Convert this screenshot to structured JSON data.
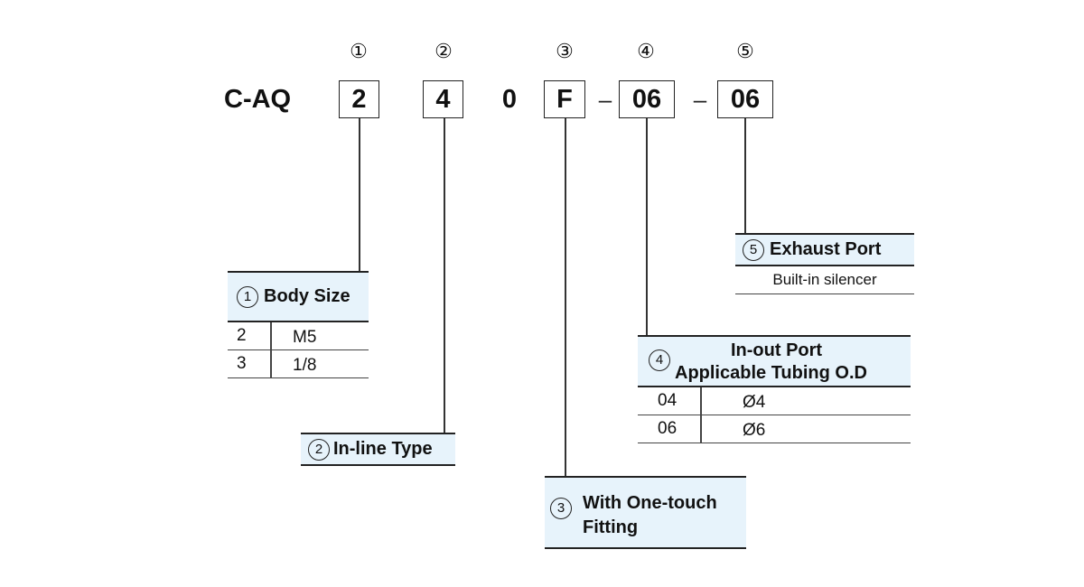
{
  "model_prefix": "C-AQ",
  "code": {
    "body_size": "2",
    "type": "4",
    "fixed_digit": "0",
    "fitting": "F",
    "dash1": "–",
    "port": "06",
    "dash2": "–",
    "exhaust": "06"
  },
  "markers": [
    "①",
    "②",
    "③",
    "④",
    "⑤"
  ],
  "body_size": {
    "title": "Body Size",
    "rows": [
      {
        "code": "2",
        "value": "M5"
      },
      {
        "code": "3",
        "value": "1/8"
      }
    ]
  },
  "inline_type": {
    "title": "In-line Type"
  },
  "fitting": {
    "title_line1": "With One-touch",
    "title_line2": "Fitting"
  },
  "inout_port": {
    "title_line1": "In-out Port",
    "title_line2": "Applicable Tubing O.D",
    "rows": [
      {
        "code": "04",
        "value": "Ø4"
      },
      {
        "code": "06",
        "value": "Ø6"
      }
    ]
  },
  "exhaust_port": {
    "title": "Exhaust Port",
    "note": "Built-in silencer"
  },
  "colors": {
    "header_fill": "#e7f3fb",
    "line": "#222222"
  }
}
